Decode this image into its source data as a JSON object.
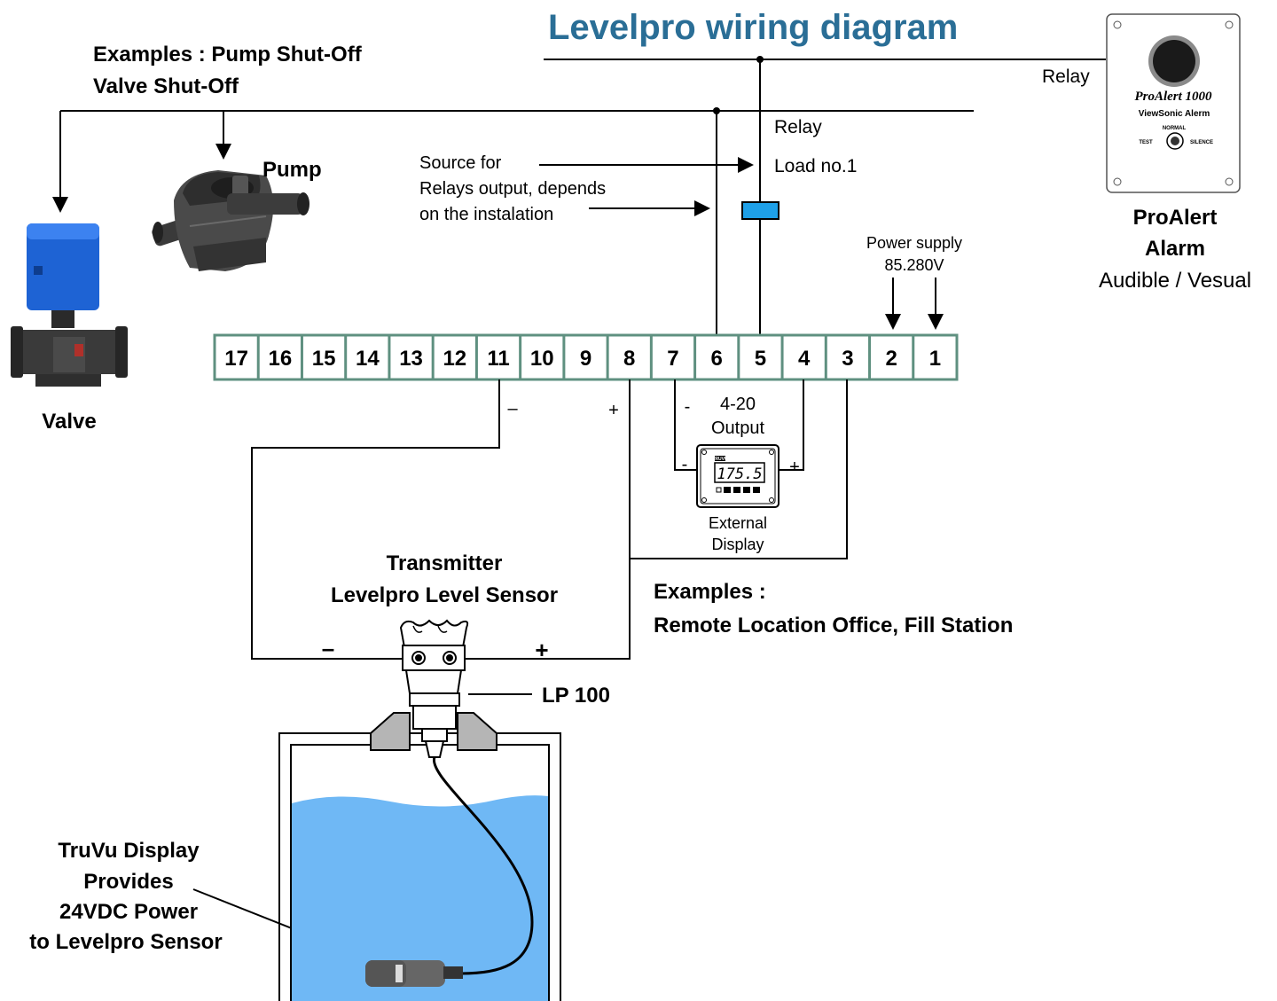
{
  "title": "Levelpro wiring diagram",
  "examples_top": {
    "line1": "Examples : Pump Shut-Off",
    "line2": "Valve Shut-Off"
  },
  "pump_label": "Pump",
  "valve_label": "Valve",
  "relay_label_top": "Relay",
  "relay_label_mid": "Relay",
  "load_label": "Load no.1",
  "source_note": {
    "line1": "Source for",
    "line2": "Relays output, depends",
    "line3": "on the instalation"
  },
  "power_supply": {
    "line1": "Power supply",
    "line2": "85.280V"
  },
  "terminals": [
    "17",
    "16",
    "15",
    "14",
    "13",
    "12",
    "11",
    "10",
    "9",
    "8",
    "7",
    "6",
    "5",
    "4",
    "3",
    "2",
    "1"
  ],
  "proalert_device": {
    "model": "ProAlert 1000",
    "brand": "ViewSonic Alerm",
    "state": "NORMAL",
    "test": "TEST",
    "silence": "SILENCE"
  },
  "proalert_caption": {
    "line1": "ProAlert",
    "line2": "Alarm",
    "line3": "Audible / Vesual"
  },
  "output_4_20": {
    "line1": "4-20",
    "line2": "Output",
    "minus_top": "-",
    "minus_side": "-",
    "plus_side": "+"
  },
  "external_display": {
    "reading": "175.5",
    "badge": "TRUVU",
    "line1": "External",
    "line2": "Display"
  },
  "polarity": {
    "t11_minus": "–",
    "t8_plus": "+",
    "sensor_minus": "–",
    "sensor_plus": "+"
  },
  "transmitter": {
    "line1": "Transmitter",
    "line2": "Levelpro Level Sensor"
  },
  "examples_bottom": {
    "line1": "Examples :",
    "line2": "Remote Location Office, Fill Station"
  },
  "lp_label": "LP 100",
  "truvu_note": {
    "line1": "TruVu Display",
    "line2": "Provides",
    "line3": "24VDC Power",
    "line4": "to Levelpro Sensor"
  },
  "colors": {
    "title": "#2a6e96",
    "terminal_border": "#5f9080",
    "water": "#6fb8f5",
    "relay_coil": "#1ea0e8",
    "valve_blue": "#1e63d4"
  }
}
